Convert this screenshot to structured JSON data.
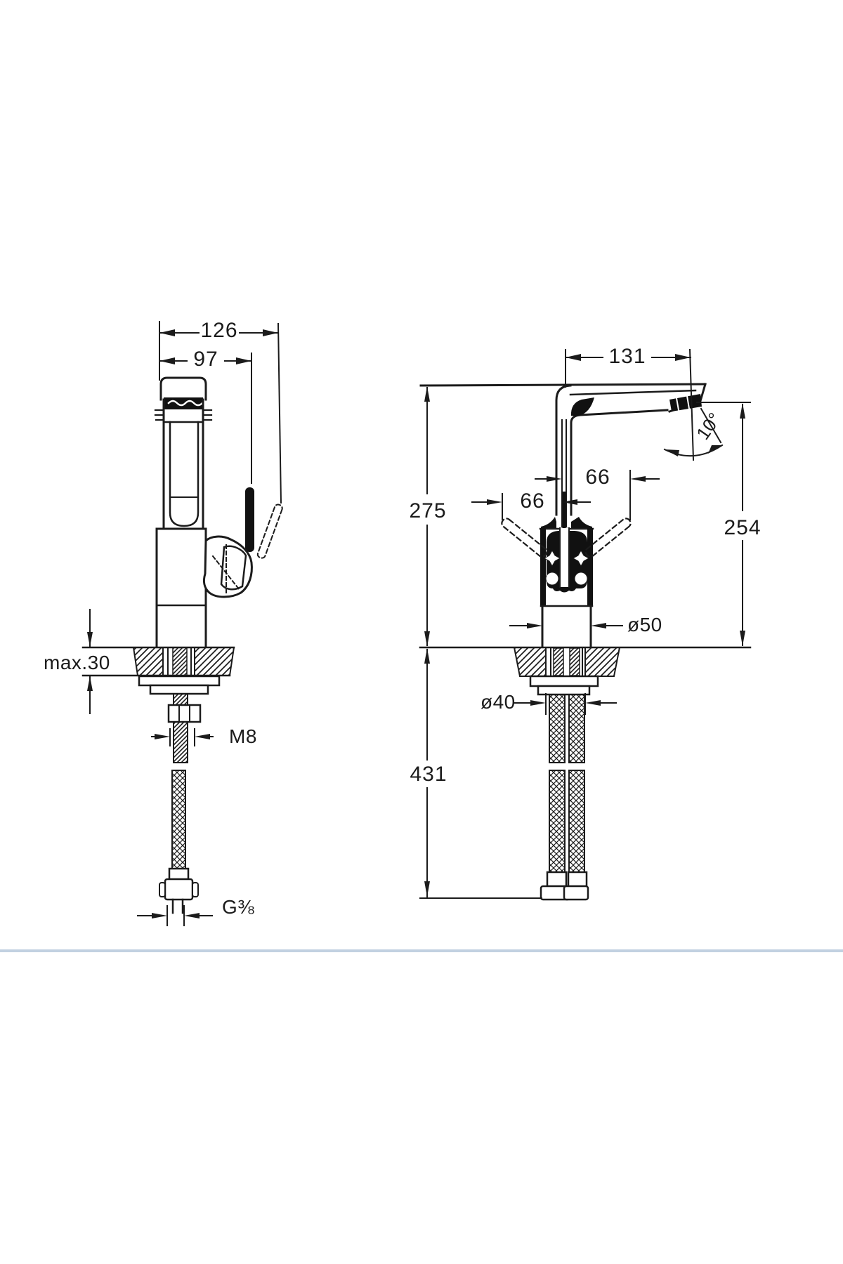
{
  "drawing": {
    "kind": "faucet installation dimension drawing",
    "views": [
      "side view",
      "front view"
    ]
  },
  "labels": {
    "dim_width_overall": "126",
    "dim_width_spout": "97",
    "dim_counter_max": "max.30",
    "dim_thread": "M8",
    "dim_hose_thread": "G⅜",
    "dim_reach": "131",
    "dim_angle": "10°",
    "dim_handle_left": "66",
    "dim_handle_right": "66",
    "dim_height_total": "275",
    "dim_height_spout": "254",
    "dim_base_dia": "ø50",
    "dim_hole_dia": "ø40",
    "dim_below_counter": "431"
  },
  "colors": {
    "line": "#1b1b1b",
    "separator": "#c2d1e1",
    "background": "#ffffff"
  }
}
